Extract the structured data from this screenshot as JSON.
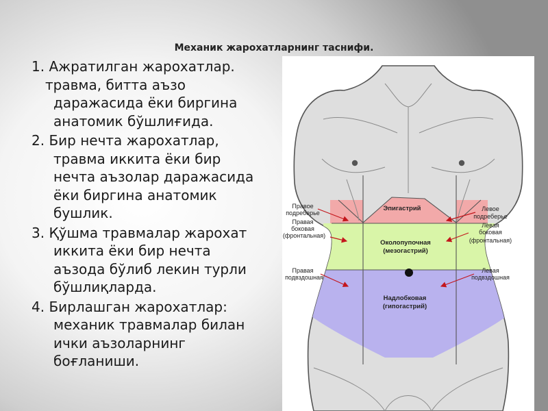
{
  "title": "Механик жарохатларнинг таснифи.",
  "items": [
    {
      "head": "1. Ажратилган жарохатлар.",
      "lead": "травма, битта аъзо",
      "lines": [
        "даражасида ёки биргина",
        "анатомик бўшлиғида."
      ]
    },
    {
      "head": "2. Бир нечта  жарохатлар,",
      "lines": [
        "травма иккита ёки бир",
        "нечта аъзолар даражасида",
        "ёки биргина анатомик",
        "бушлик."
      ]
    },
    {
      "head": "3. Қўшма травмалар жарохат",
      "lines": [
        "иккита ёки бир нечта",
        "аъзода бўлиб лекин турли",
        "бўшлиқларда."
      ]
    },
    {
      "head": "4. Бирлашган жарохатлар:",
      "lines": [
        "механик травмалар билан",
        "ички аъзоларнинг",
        "боғланиши."
      ]
    }
  ],
  "diagram": {
    "zones": {
      "epigastric": [
        "Эпигастрий"
      ],
      "umbilical": [
        "Околопупочная",
        "(мезогастрий)"
      ],
      "hypogastric": [
        "Надлобковая",
        "(гипогастрий)"
      ]
    },
    "left_labels": {
      "upper": [
        "Правое",
        "подреберье"
      ],
      "middle": [
        "Правая",
        "боковая",
        "(фронтальная)"
      ],
      "lower": [
        "Правая",
        "подвздошная"
      ]
    },
    "right_labels": {
      "upper": [
        "Левое",
        "подреберье"
      ],
      "middle": [
        "Левая",
        "боковая",
        "(фронтальная)"
      ],
      "lower": [
        "Левая",
        "подвздошная"
      ]
    },
    "colors": {
      "epigastric": "#f2a9a9",
      "umbilical": "#d9f5a8",
      "hypogastric": "#b9b2ee",
      "skin": "#dedede",
      "arrow": "#c4161c"
    }
  }
}
